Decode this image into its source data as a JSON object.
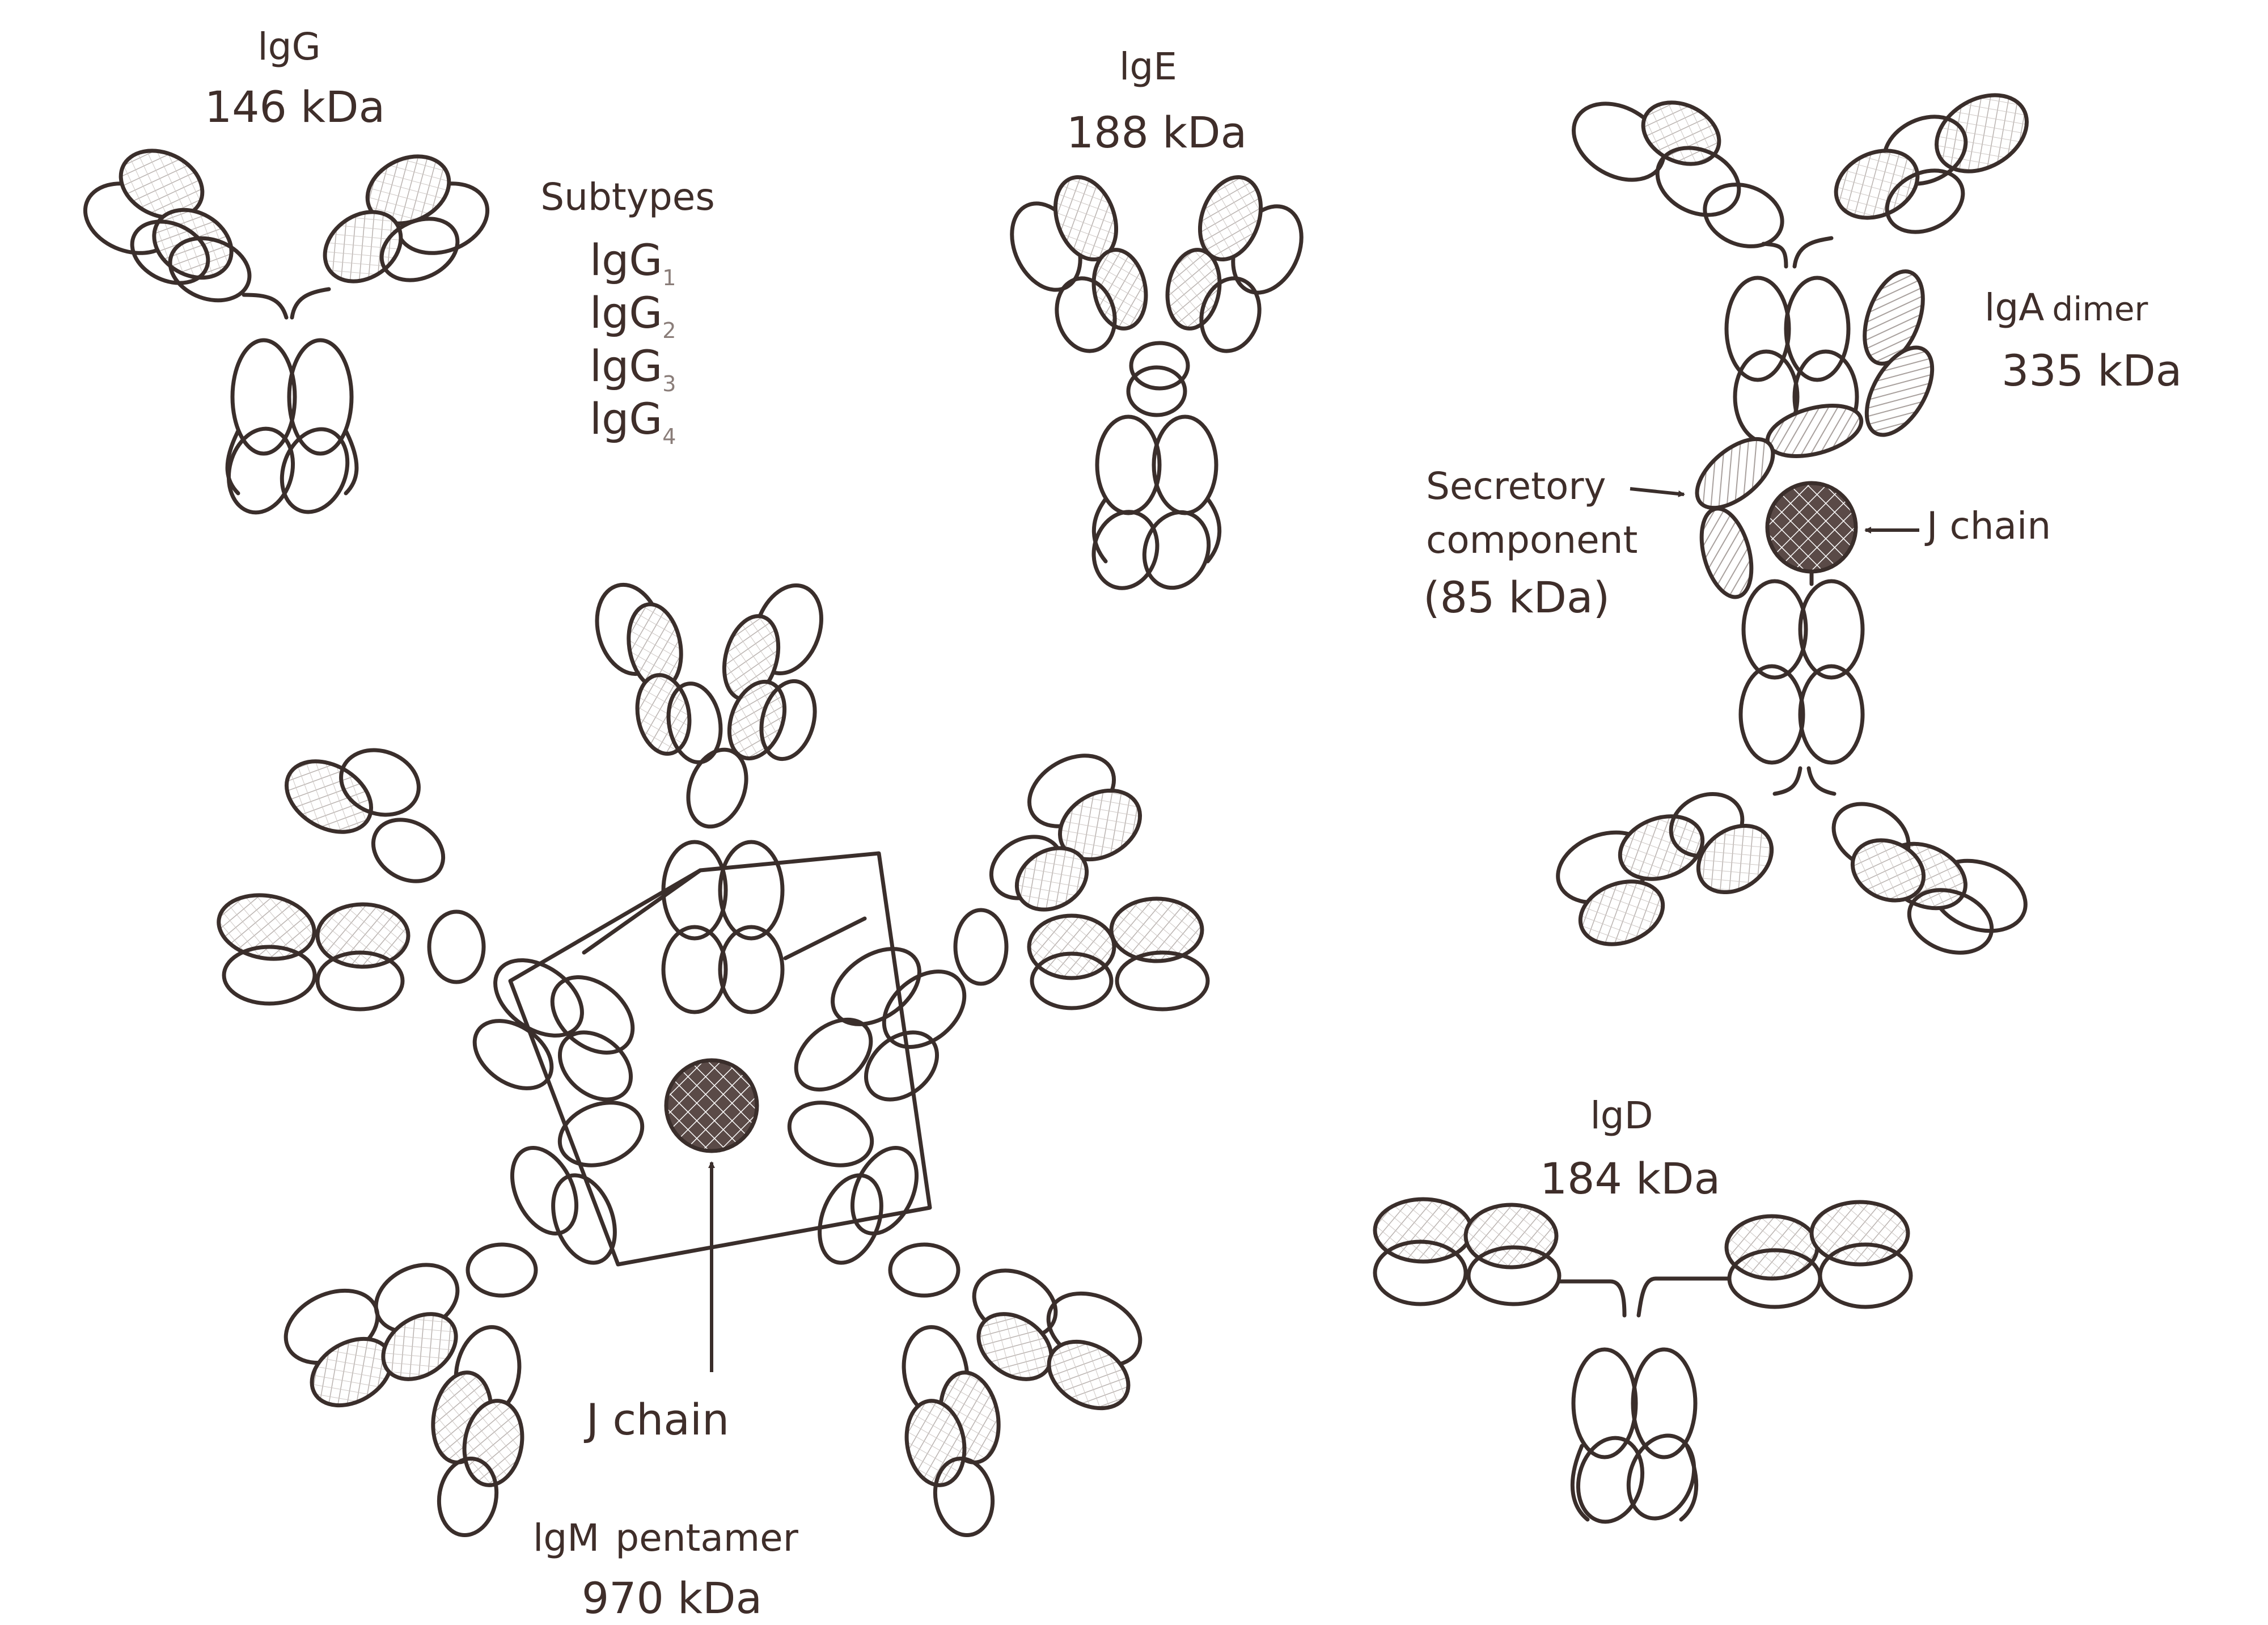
{
  "igG": {
    "name": "lgG",
    "mass": "146 kDa"
  },
  "subtypes": {
    "heading": "Subtypes",
    "items": [
      {
        "base": "lgG",
        "sub": "1"
      },
      {
        "base": "lgG",
        "sub": "2"
      },
      {
        "base": "lgG",
        "sub": "3"
      },
      {
        "base": "lgG",
        "sub": "4"
      }
    ]
  },
  "igE": {
    "name": "lgE",
    "mass": "188 kDa"
  },
  "igA": {
    "name": "lgA",
    "suffix": "dimer",
    "mass": "335 kDa"
  },
  "secretory": {
    "line1": "Secretory",
    "line2": "component",
    "mass": "(85 kDa)"
  },
  "igA_jchain": "J chain",
  "igM": {
    "name": "lgM",
    "suffix": "pentamer",
    "mass": "970 kDa",
    "jchain": "J chain"
  },
  "igD": {
    "name": "lgD",
    "mass": "184 kDa"
  },
  "colors": {
    "ink": "#3a2e2b",
    "text": "#3f2e2a",
    "fill": "#ffffff",
    "shade": "#d9d4d1",
    "jchain": "#5a4a47"
  }
}
